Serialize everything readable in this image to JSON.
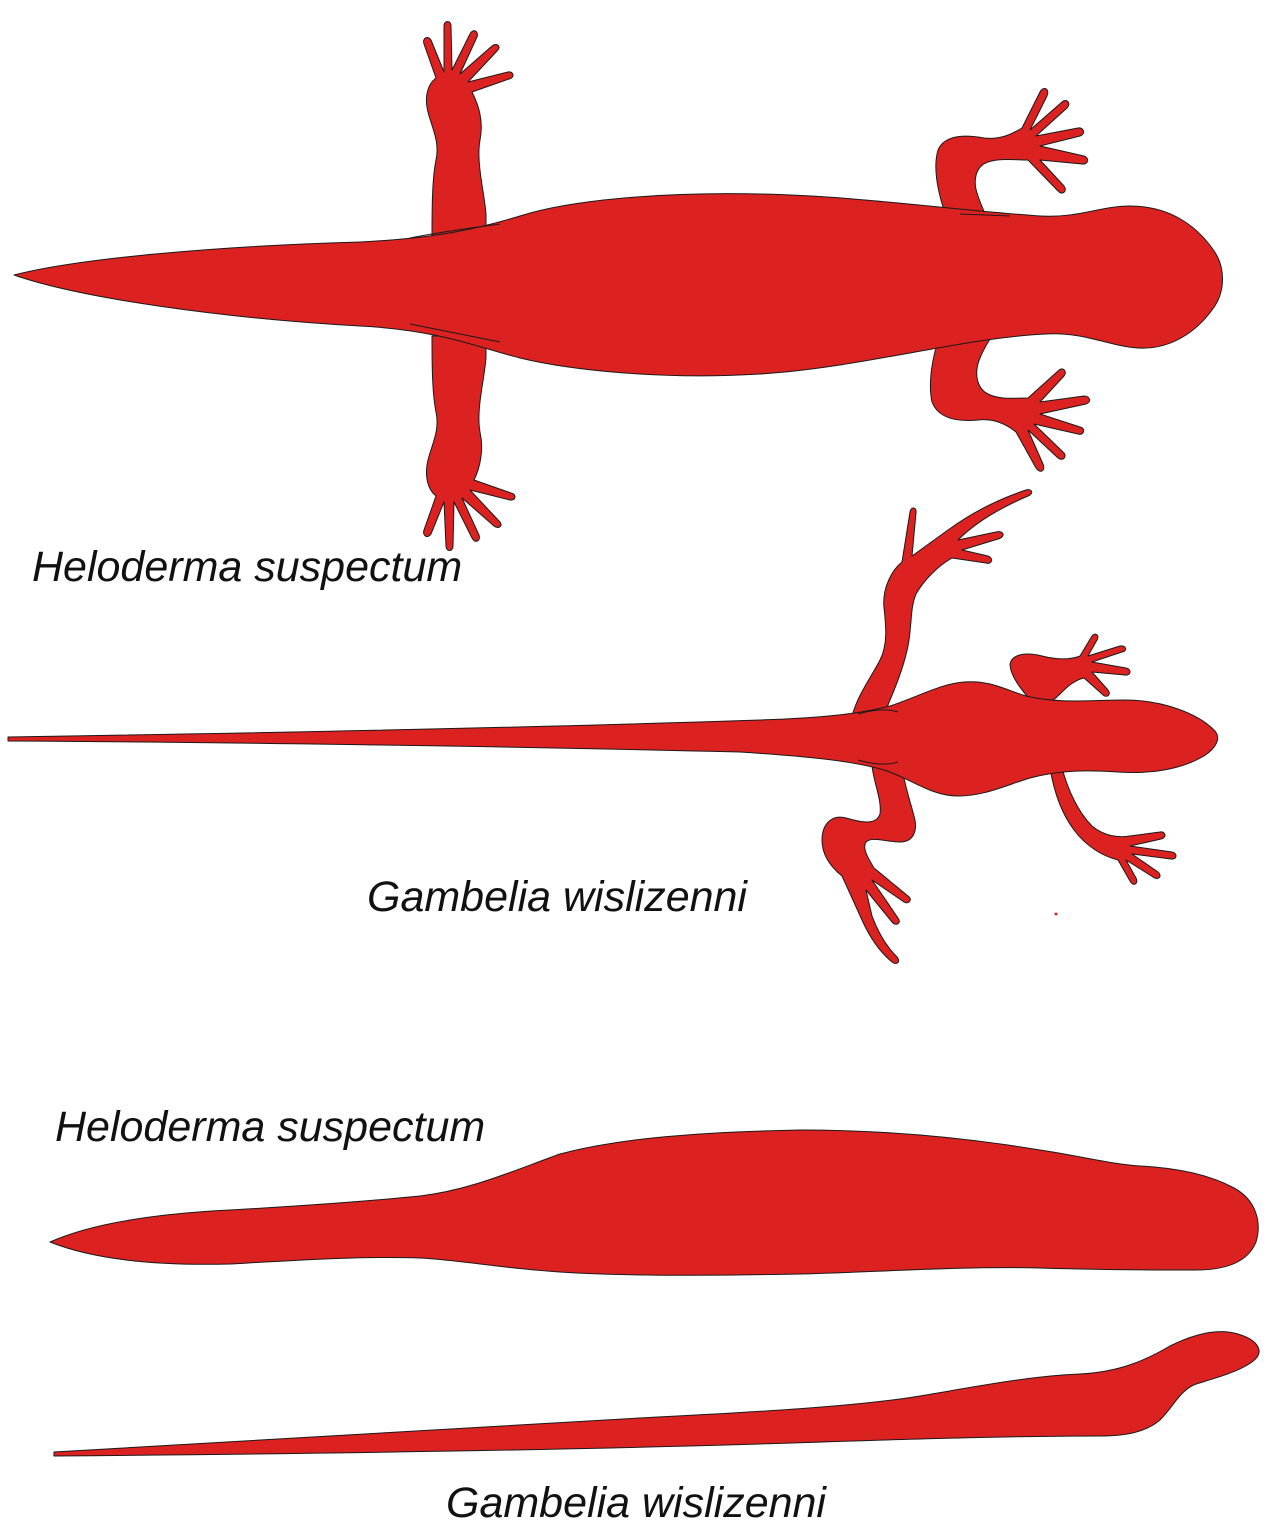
{
  "figure": {
    "silhouette_color": "#dc2121",
    "outline_color": "#1a1a1a",
    "background_color": "#ffffff",
    "dorsal_view": {
      "heloderma_label": "Heloderma suspectum",
      "gambelia_label": "Gambelia wislizenni"
    },
    "lateral_view": {
      "heloderma_label": "Heloderma suspectum",
      "gambelia_label": "Gambelia wislizenni"
    }
  }
}
